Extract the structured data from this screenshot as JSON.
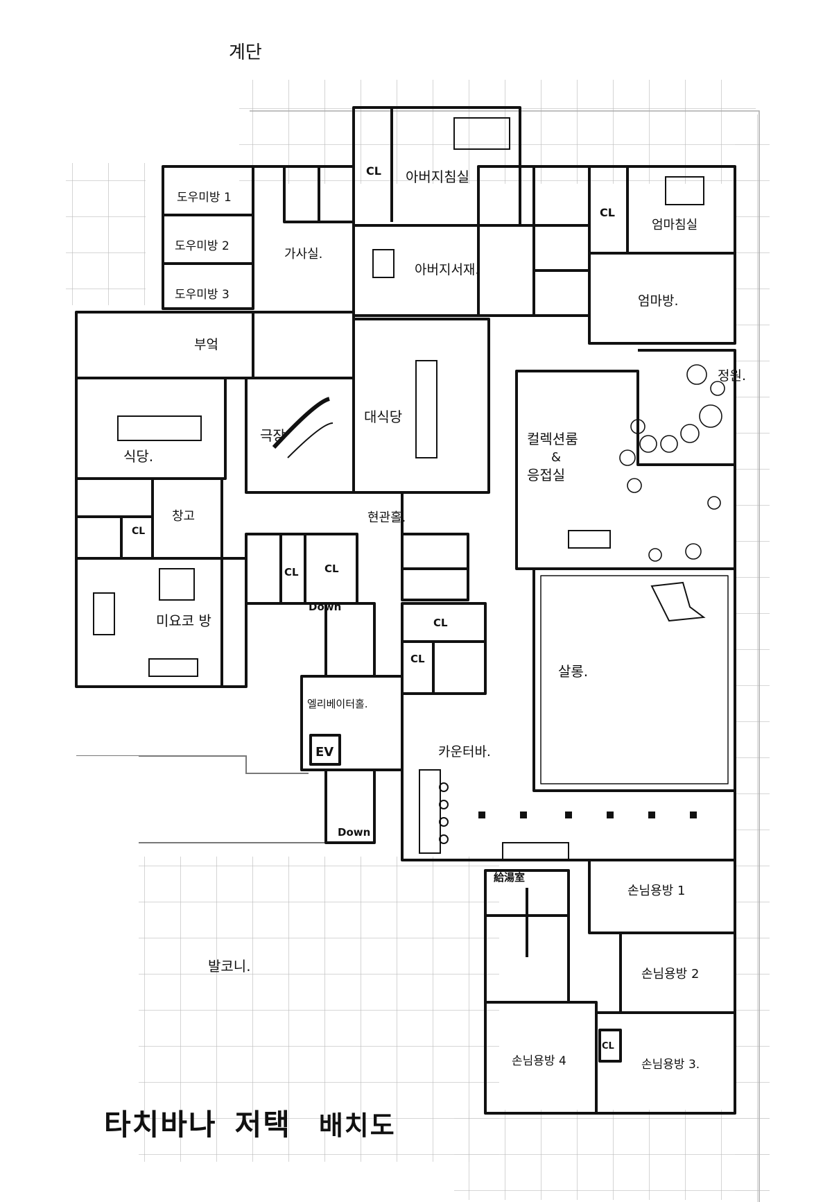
{
  "title": {
    "part1": "타치바나",
    "part2": "저택",
    "part3": "배치도"
  },
  "labels": {
    "stairs_top": "계단",
    "maid1": "도우미방 1",
    "maid2": "도우미방 2",
    "maid3": "도우미방 3",
    "housework": "가사실.",
    "father_bedroom": "아버지침실",
    "father_study": "아버지서재.",
    "mother_bedroom": "엄마침실",
    "mother_room": "엄마방.",
    "kitchen": "부엌",
    "dining_small": "식당.",
    "theater": "극장",
    "banquet": "대식당",
    "garden": "정원.",
    "collection": "컬렉션룸",
    "amp": "&",
    "reception": "응접실",
    "storage": "창고",
    "miyoko": "미요코 방",
    "entrance": "현관홀.",
    "down1": "Down",
    "down2": "Down",
    "elevator_hall": "엘리베이터홀.",
    "ev": "EV",
    "salon": "살롱.",
    "counter": "카운터바.",
    "pantry": "給湯室",
    "guest1": "손님용방 1",
    "guest2": "손님용방 2",
    "guest3": "손님용방 3.",
    "guest4": "손님용방 4",
    "balcony": "발코니.",
    "cl_a": "CL",
    "cl_b": "CL",
    "cl_c": "CL",
    "cl_d": "CL",
    "cl_e": "CL",
    "cl_f": "CL",
    "cl_g": "CL",
    "cl_h": "CL"
  },
  "colors": {
    "ink": "#111111",
    "paper": "#ffffff",
    "grid": "#bdbdbd",
    "wall": "#111111"
  }
}
